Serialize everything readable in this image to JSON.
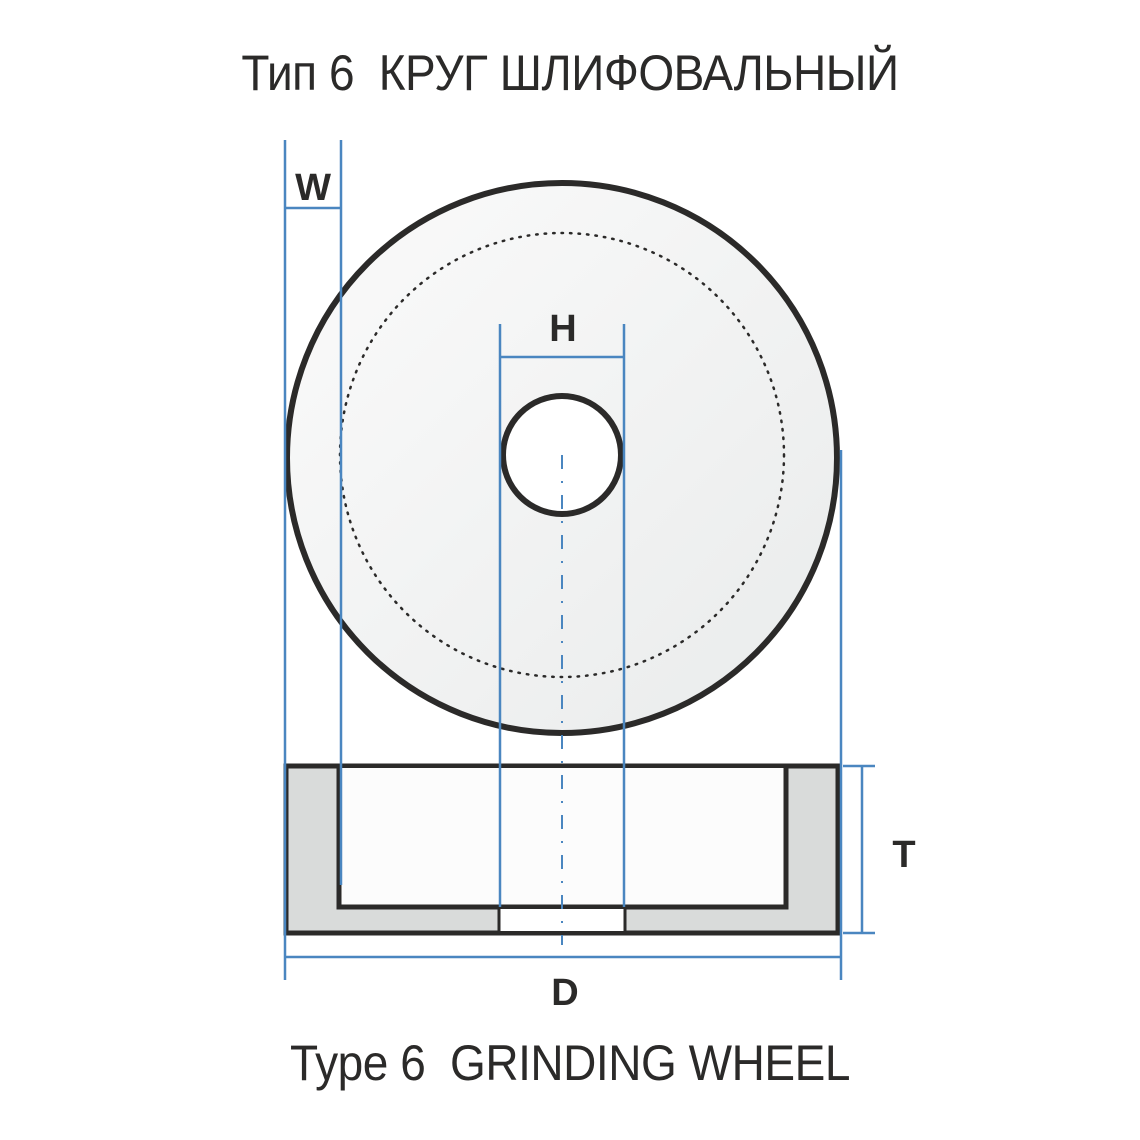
{
  "title_ru": "Тип 6  КРУГ ШЛИФОВАЛЬНЫЙ",
  "title_en": "Type 6  GRINDING WHEEL",
  "dimensions": {
    "W": "W",
    "H": "H",
    "T": "T",
    "D": "D"
  },
  "colors": {
    "outline": "#2b2a29",
    "dimension_line": "#4a86c0",
    "wheel_fill": "#eef0f0",
    "section_fill": "#d9dbda",
    "background": "#ffffff"
  }
}
